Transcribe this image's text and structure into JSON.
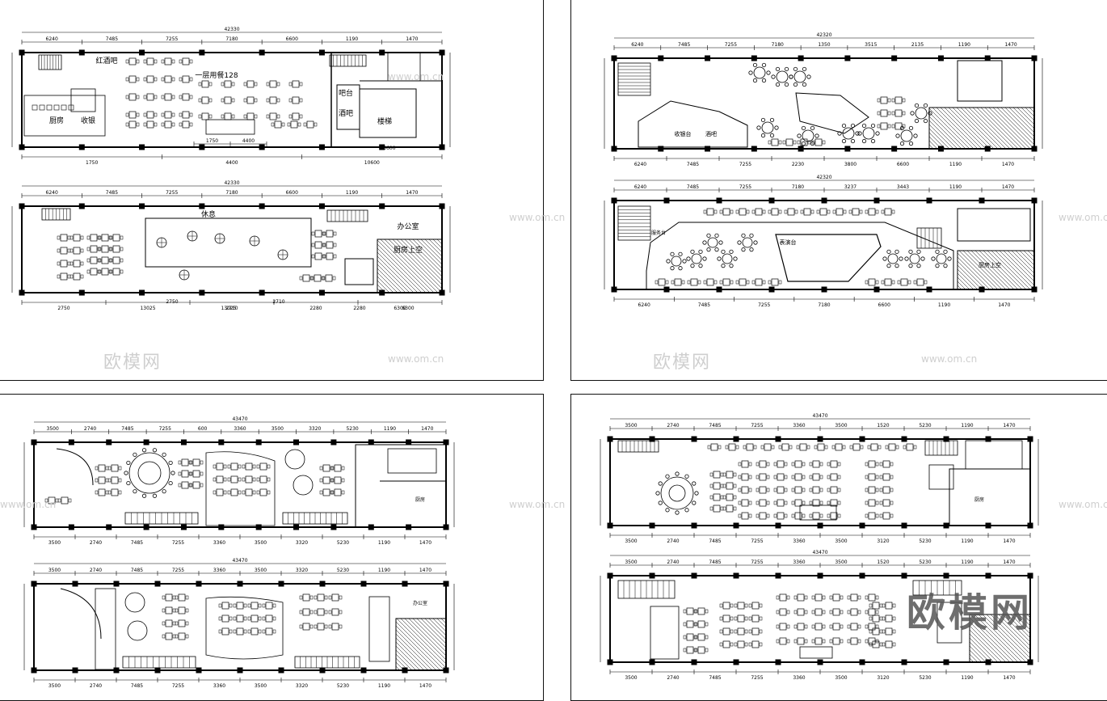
{
  "watermark": {
    "brand": "欧模网",
    "url": "www.om.cn"
  },
  "plan1_upper": {
    "dims_top": [
      "6240",
      "7485",
      "7255",
      "7180",
      "6600",
      "1190",
      "1470"
    ],
    "total": "42330",
    "rooms": [
      "红酒吧",
      "一层用餐128",
      "吧台",
      "楼梯",
      "厨房",
      "收银",
      "酒吧"
    ],
    "dims_bottom": [
      "1750",
      "4400",
      "10600"
    ]
  },
  "plan1_lower": {
    "dims_top": [
      "6240",
      "7485",
      "7255",
      "7180",
      "6600",
      "1190",
      "1470"
    ],
    "total": "42330",
    "rooms": [
      "休息",
      "办公室",
      "厨房上空"
    ],
    "dims_bottom": [
      "2750",
      "13025",
      "2710",
      "2280",
      "6300"
    ]
  },
  "plan2_upper": {
    "total": "42320",
    "dims_top": [
      "6240",
      "7485",
      "7255",
      "7180",
      "1350",
      "3515",
      "2135",
      "1190",
      "1470"
    ],
    "dims_bottom": [
      "6240",
      "7485",
      "7255",
      "2230",
      "3800",
      "6600",
      "1190",
      "1470"
    ],
    "rooms": [
      "收银台",
      "酒吧"
    ]
  },
  "plan2_lower": {
    "total": "42320",
    "dims_top": [
      "6240",
      "7485",
      "7255",
      "7180",
      "3237",
      "3443",
      "1190",
      "1470"
    ],
    "dims_bottom": [
      "6240",
      "7485",
      "7255",
      "7180",
      "6600",
      "1190",
      "1470"
    ],
    "rooms": [
      "服务台",
      "表演台",
      "厨房上空"
    ]
  },
  "plan3_upper": {
    "total": "43470",
    "dims_top": [
      "3500",
      "2740",
      "7485",
      "7255",
      "600",
      "3360",
      "3500",
      "3320",
      "5230",
      "1190",
      "1470"
    ],
    "dims_bottom": [
      "3500",
      "2740",
      "7485",
      "7255",
      "3360",
      "3500",
      "3320",
      "5230",
      "1190",
      "1470"
    ],
    "rooms": [
      "厨房"
    ]
  },
  "plan3_lower": {
    "total": "43470",
    "dims_top": [
      "3500",
      "2740",
      "7485",
      "7255",
      "3360",
      "3500",
      "3320",
      "5230",
      "1190",
      "1470"
    ],
    "dims_bottom": [
      "3500",
      "2740",
      "7485",
      "7255",
      "3360",
      "3500",
      "3320",
      "5230",
      "1190",
      "1470"
    ],
    "rooms": [
      "办公室"
    ]
  },
  "plan4_upper": {
    "total": "43470",
    "dims_top": [
      "3500",
      "2740",
      "7485",
      "7255",
      "3360",
      "3500",
      "1520",
      "5230",
      "1190",
      "1470"
    ],
    "dims_bottom": [
      "3500",
      "2740",
      "7485",
      "7255",
      "3360",
      "3500",
      "3120",
      "5230",
      "1190",
      "1470"
    ],
    "rooms": [
      "厨房"
    ]
  },
  "plan4_lower": {
    "total": "43470",
    "dims_top": [
      "3500",
      "2740",
      "7485",
      "7255",
      "3360",
      "3500",
      "1520",
      "5230",
      "1190",
      "1470"
    ],
    "dims_bottom": [
      "3500",
      "2740",
      "7485",
      "7255",
      "3360",
      "3500",
      "3120",
      "5230",
      "1190",
      "1470"
    ],
    "rooms": []
  }
}
